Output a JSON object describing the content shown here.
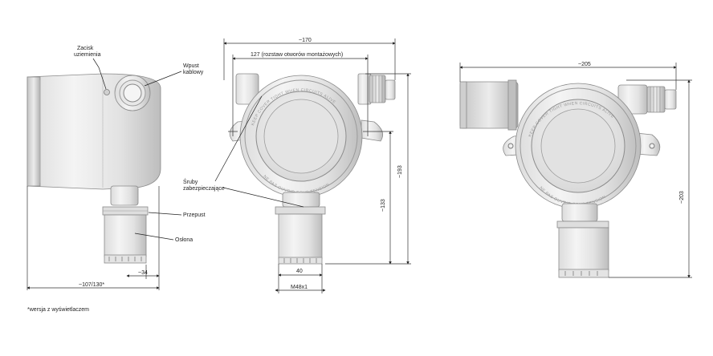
{
  "labels": {
    "ground_terminal": [
      "Zacisk",
      "uziemienia"
    ],
    "cable_gland": [
      "Wpust",
      "kablowy"
    ],
    "adapter": "Przepust",
    "cover": "Osłona",
    "locking_screws": [
      "Śruby",
      "zabezpieczające"
    ],
    "footnote": "*wersja z wyświetlaczem"
  },
  "dimensions": {
    "side_width": "~107/130*",
    "side_sensor": "~34",
    "front_width": "~170",
    "front_mount_spacing": "127 (rozstaw otworów montażowych)",
    "front_height": "~193",
    "front_mount_height": "~133",
    "front_sensor_width": "40",
    "front_thread": "M48x1",
    "right_width": "~205",
    "right_height": "~203"
  },
  "engraving": {
    "top": "KEEP COVER TIGHT WHEN CIRCUITS ALIVE",
    "bottom": "NE PAS OUVRIR SOUS TENSION"
  }
}
